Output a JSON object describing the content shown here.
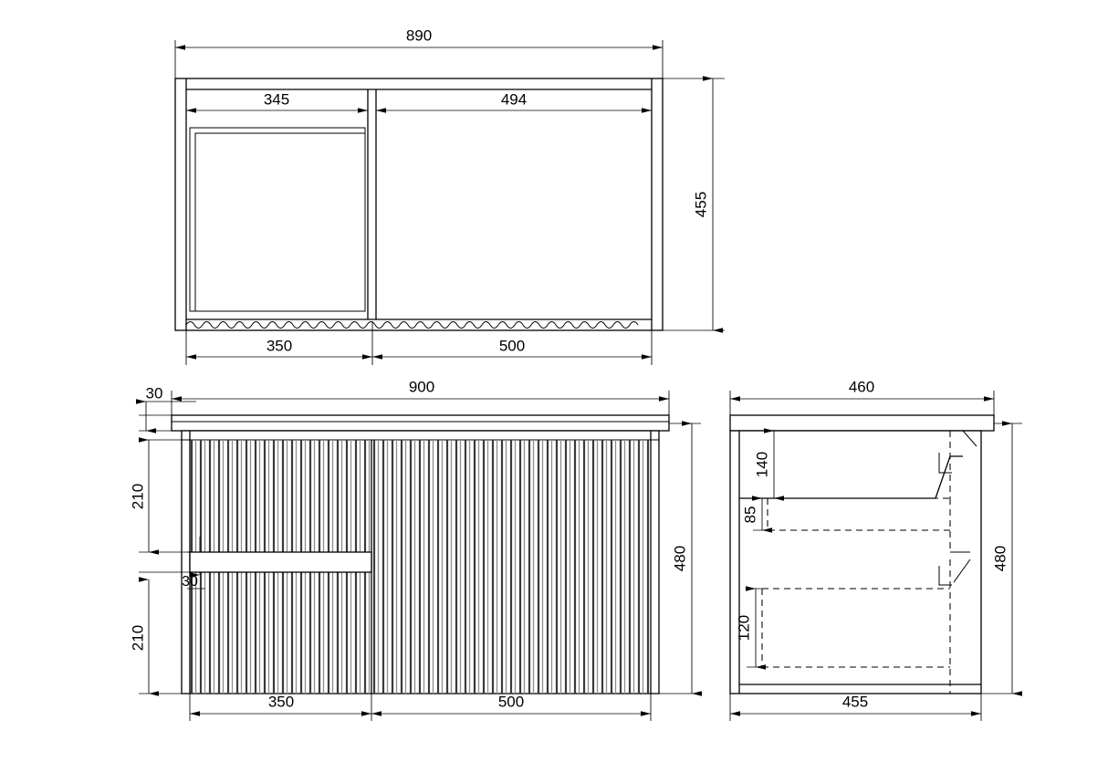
{
  "drawing": {
    "title": "Wall-hung fluted vanity unit",
    "units": "mm",
    "line_color": "#000000",
    "background_color": "#ffffff",
    "flute_dark_color": "#3a3a3a",
    "flute_light_color": "#8e8e8e"
  },
  "views": {
    "plan": {
      "name": "Top / Plan view",
      "dimensions": {
        "overall_width": "890",
        "overall_depth": "455",
        "left_opening_width": "345",
        "right_opening_width": "494",
        "left_front_width": "350",
        "right_front_width": "500"
      }
    },
    "front": {
      "name": "Front elevation",
      "dimensions": {
        "overall_width": "900",
        "overall_height": "480",
        "top_overhang": "30",
        "upper_drawer_height": "210",
        "handle_gap": "30",
        "lower_drawer_height": "210",
        "left_door_width": "350",
        "right_door_width": "500"
      }
    },
    "side": {
      "name": "Side section view",
      "dimensions": {
        "overall_depth": "460",
        "carcass_depth": "455",
        "overall_height": "480",
        "upper_void_height": "140",
        "upper_drawer_box_height": "85",
        "lower_drawer_box_height": "120"
      }
    }
  },
  "labels": {
    "plan_890": "890",
    "plan_345": "345",
    "plan_494": "494",
    "plan_455": "455",
    "plan_350": "350",
    "plan_500": "500",
    "front_30_top": "30",
    "front_900": "900",
    "front_210_upper": "210",
    "front_30_handle": "30",
    "front_210_lower": "210",
    "front_480": "480",
    "front_350": "350",
    "front_500": "500",
    "side_460": "460",
    "side_140": "140",
    "side_85": "85",
    "side_120": "120",
    "side_480": "480",
    "side_455": "455"
  }
}
